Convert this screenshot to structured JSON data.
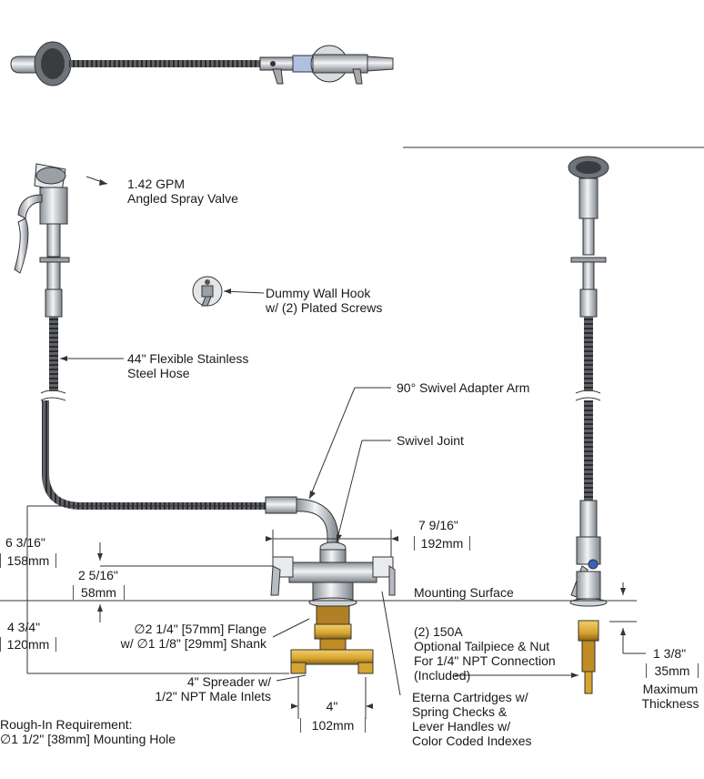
{
  "callouts": {
    "spray_valve": [
      "1.42 GPM",
      "Angled Spray Valve"
    ],
    "wall_hook": [
      "Dummy Wall Hook",
      "w/ (2) Plated Screws"
    ],
    "hose": [
      "44\" Flexible Stainless",
      "Steel Hose"
    ],
    "swivel_arm": [
      "90° Swivel Adapter Arm"
    ],
    "swivel_joint": [
      "Swivel Joint"
    ],
    "mounting_surface": [
      "Mounting Surface"
    ],
    "flange": [
      "∅2 1/4\" [57mm] Flange",
      "w/  ∅1 1/8\" [29mm] Shank"
    ],
    "spreader": [
      "4\" Spreader w/",
      "1/2\" NPT Male Inlets"
    ],
    "cartridges": [
      "Eterna Cartridges w/",
      "Spring Checks &",
      "Lever Handles w/",
      "Color Coded Indexes"
    ],
    "tailpiece": [
      "(2) 150A",
      "Optional Tailpiece & Nut",
      "For 1/4\" NPT Connection",
      "(Included)"
    ],
    "rough_in": [
      "Rough-In Requirement:",
      "∅1 1/2\" [38mm] Mounting Hole"
    ],
    "max_thickness": [
      "Maximum",
      "Thickness"
    ]
  },
  "dimensions": {
    "height_upper": {
      "imperial": "6 3/16\"",
      "metric": "158mm"
    },
    "height_mid": {
      "imperial": "2 5/16\"",
      "metric": "58mm"
    },
    "height_lower": {
      "imperial": "4 3/4\"",
      "metric": "120mm"
    },
    "width_handles": {
      "imperial": "7 9/16\"",
      "metric": "192mm"
    },
    "width_spreader": {
      "imperial": "4\"",
      "metric": "102mm"
    },
    "thickness": {
      "imperial": "1 3/8\"",
      "metric": "35mm"
    }
  },
  "colors": {
    "line": "#2b2b2b",
    "chrome": "#cfd3d8",
    "chrome_dark": "#7d838a",
    "brass": "#d7a430",
    "brass_dark": "#8a6414",
    "handle_blue": "#3b5fc2"
  }
}
